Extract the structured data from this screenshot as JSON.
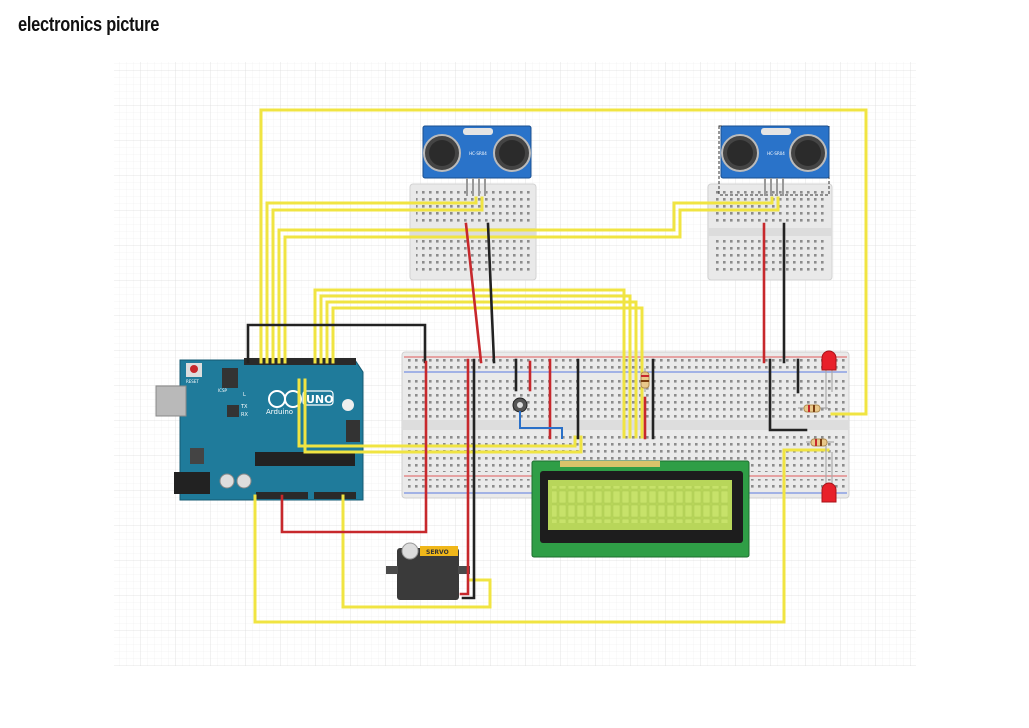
{
  "title": "electronics picture",
  "colors": {
    "wire_signal": "#f0e442",
    "wire_ground": "#222222",
    "wire_power": "#c7282c",
    "wire_pot": "#2a70c8",
    "arduino_board": "#1f7b9b",
    "sensor_board": "#2a73c9",
    "lcd_board": "#2f9e46",
    "lcd_screen": "#b8d65a",
    "led": "#e8202a",
    "grid": "#e6e6e6"
  },
  "components": {
    "sensor_1": {
      "label": "HC-SR04",
      "icon": "ultrasonic-sensor"
    },
    "sensor_2": {
      "label": "HC-SR04",
      "icon": "ultrasonic-sensor"
    },
    "arduino": {
      "brand": "Arduino",
      "model": "UNO",
      "reset": "RESET",
      "icsp": "ICSP",
      "tx": "TX",
      "rx": "RX",
      "l": "L",
      "icon": "arduino-uno"
    },
    "servo": {
      "label": "SERVO",
      "icon": "servo-motor"
    },
    "lcd": {
      "icon": "lcd-16x2"
    },
    "potentiometer": {
      "icon": "potentiometer"
    },
    "leds": {
      "count": 2,
      "icon": "red-led"
    },
    "resistors": {
      "count": 3,
      "icon": "resistor"
    }
  }
}
